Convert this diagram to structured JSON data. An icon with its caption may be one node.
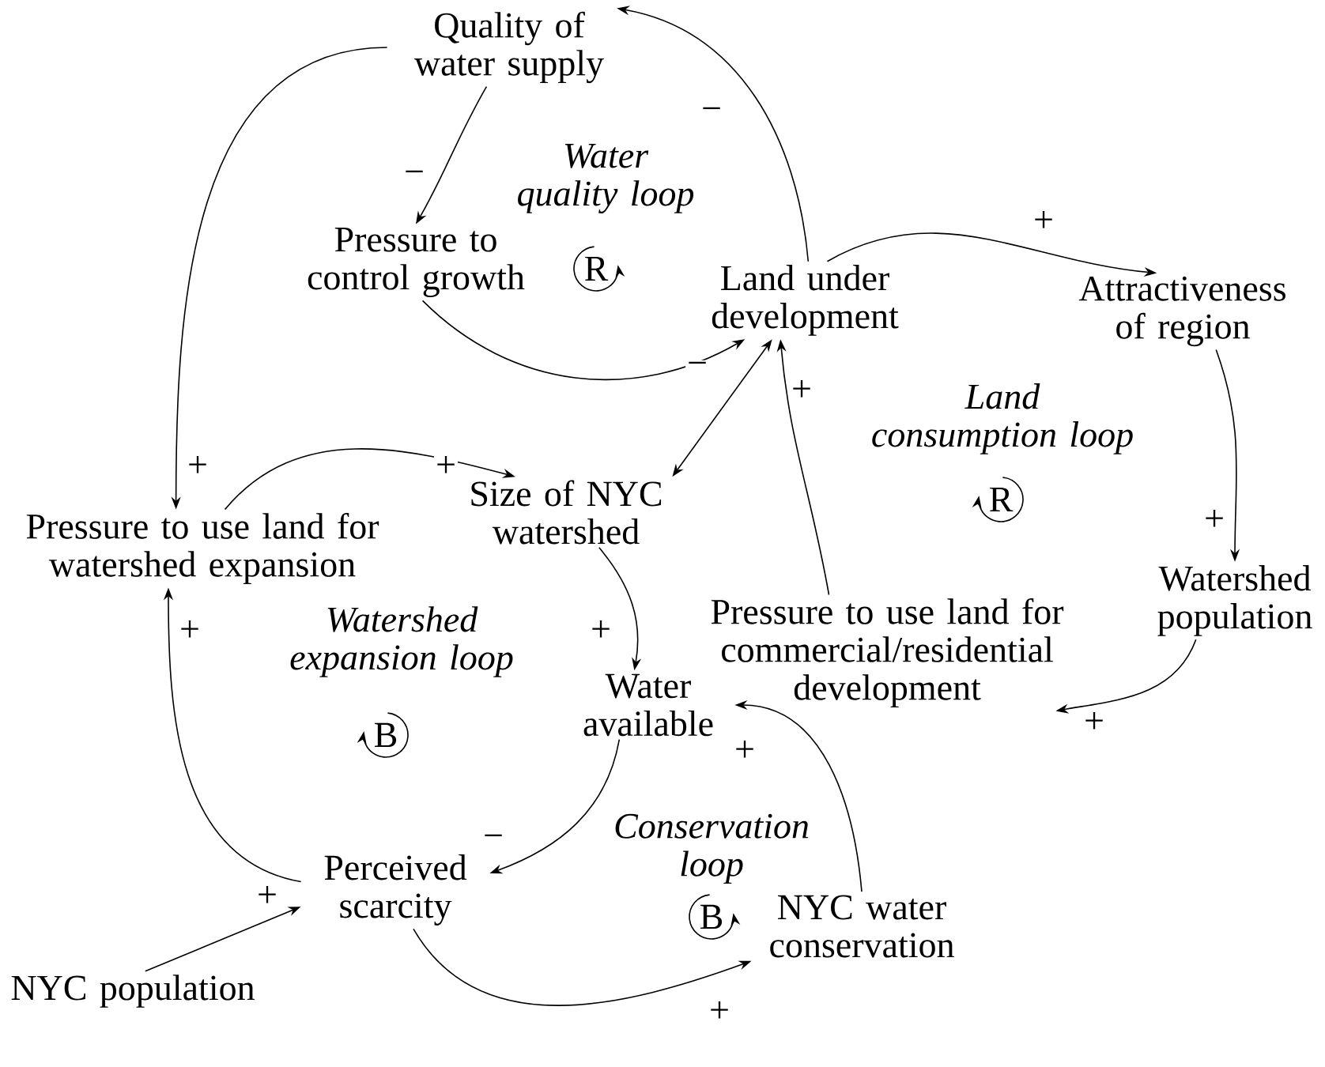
{
  "diagram": {
    "nodes": [
      {
        "text": [
          "Quality of water supply"
        ]
      },
      {
        "text": [
          "Pressure to control growth"
        ]
      },
      {
        "text": [
          "Land under development"
        ]
      },
      {
        "text": [
          "Attractiveness of region"
        ]
      },
      {
        "text": [
          "Watershed population"
        ]
      },
      {
        "text": [
          "Pressure to use land for commercial/residential development"
        ]
      },
      {
        "text": [
          "Pressure to use land for watershed expansion"
        ]
      },
      {
        "text": [
          "Size of NYC watershed"
        ]
      },
      {
        "text": [
          "Water available"
        ]
      },
      {
        "text": [
          "Perceived scarcity"
        ]
      },
      {
        "text": [
          "NYC water conservation"
        ]
      },
      {
        "text": [
          "NYC population"
        ]
      }
    ],
    "edges": [
      {
        "from": 0,
        "to": 1,
        "arrow": "to",
        "label": "−"
      },
      {
        "from": 1,
        "to": 2,
        "arrow": "to",
        "label": "−"
      },
      {
        "from": 2,
        "to": 0,
        "arrow": "to",
        "label": "−"
      },
      {
        "from": 2,
        "to": 3,
        "arrow": "to",
        "label": "+"
      },
      {
        "from": 3,
        "to": 4,
        "arrow": "to",
        "label": "+"
      },
      {
        "from": 4,
        "to": 5,
        "arrow": "to",
        "label": "+"
      },
      {
        "from": 5,
        "to": 2,
        "arrow": "to",
        "label": "+"
      },
      {
        "from": 2,
        "to": 7,
        "arrow": "both"
      },
      {
        "from": 0,
        "to": 6,
        "arrow": "to",
        "label": "+"
      },
      {
        "from": 6,
        "to": 7,
        "arrow": "to",
        "label": "+"
      },
      {
        "from": 7,
        "to": 8,
        "arrow": "to",
        "label": "+"
      },
      {
        "from": 8,
        "to": 9,
        "arrow": "to",
        "label": "−"
      },
      {
        "from": 9,
        "to": 6,
        "arrow": "to",
        "label": "+"
      },
      {
        "from": 11,
        "to": 9,
        "arrow": "to",
        "label": "+"
      },
      {
        "from": 9,
        "to": 10,
        "arrow": "to",
        "label": "+"
      },
      {
        "from": 10,
        "to": 8,
        "arrow": "to",
        "label": "+"
      }
    ],
    "labels": [
      "Water quality loop",
      "R",
      "Land consumption loop",
      "R",
      "Watershed expansion loop",
      "B",
      "Conservation loop",
      "B"
    ]
  }
}
